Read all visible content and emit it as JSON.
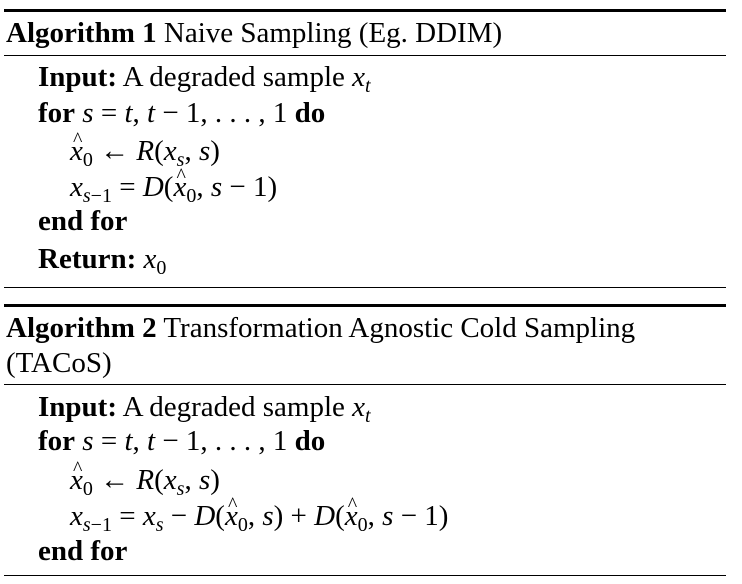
{
  "algorithm1": {
    "label": "Algorithm 1",
    "name": "Naive Sampling (Eg. DDIM)",
    "input_kw": "Input:",
    "input_text": "A degraded sample",
    "for_kw": "for",
    "do_kw": "do",
    "endfor_kw": "end for",
    "return_kw": "Return:"
  },
  "algorithm2": {
    "label": "Algorithm 2",
    "name_line1": "Transformation Agnostic Cold Sampling",
    "name_line2": "(TACoS)",
    "input_kw": "Input:",
    "input_text": "A degraded sample",
    "for_kw": "for",
    "do_kw": "do",
    "endfor_kw": "end for"
  }
}
